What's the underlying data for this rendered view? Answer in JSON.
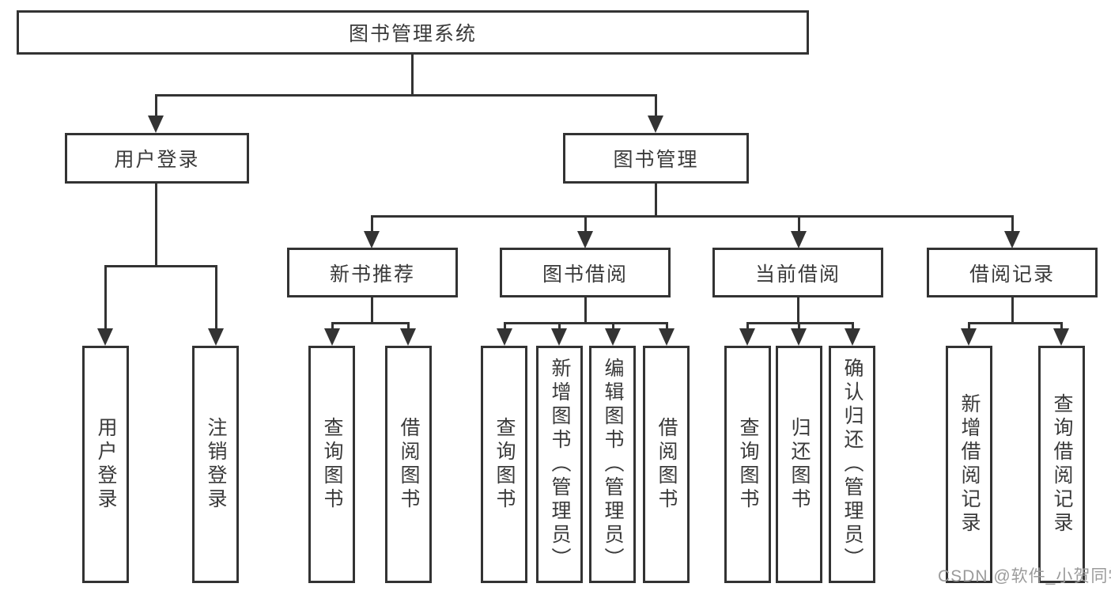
{
  "diagram": {
    "root": {
      "label": "图书管理系统"
    },
    "branches": [
      {
        "label": "用户登录",
        "children": [
          {
            "label": "用户登录"
          },
          {
            "label": "注销登录"
          }
        ]
      },
      {
        "label": "图书管理",
        "children": [
          {
            "label": "新书推荐",
            "children": [
              {
                "label": "查询图书"
              },
              {
                "label": "借阅图书"
              }
            ]
          },
          {
            "label": "图书借阅",
            "children": [
              {
                "label": "查询图书"
              },
              {
                "label": "新增图书（管理员）"
              },
              {
                "label": "编辑图书（管理员）"
              },
              {
                "label": "借阅图书"
              }
            ]
          },
          {
            "label": "当前借阅",
            "children": [
              {
                "label": "查询图书"
              },
              {
                "label": "归还图书"
              },
              {
                "label": "确认归还（管理员）"
              }
            ]
          },
          {
            "label": "借阅记录",
            "children": [
              {
                "label": "新增借阅记录"
              },
              {
                "label": "查询借阅记录"
              }
            ]
          }
        ]
      }
    ]
  },
  "watermark": {
    "text": "CSDN @软件_小贺同学",
    "color": "#9b9b9b"
  },
  "colors": {
    "line": "#333333",
    "text": "#3a3a3a",
    "background": "#ffffff"
  }
}
